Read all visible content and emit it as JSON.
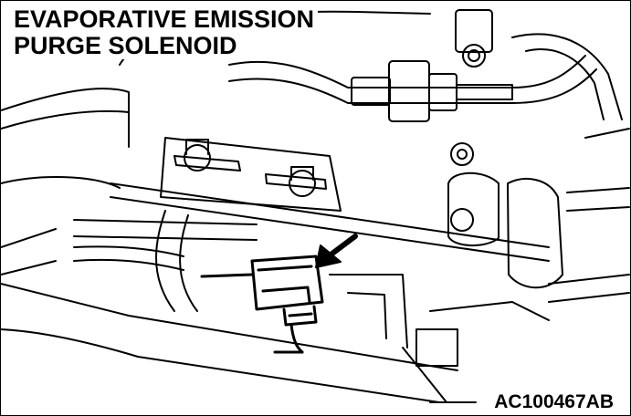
{
  "title_lines": [
    "EVAPORATIVE EMISSION",
    "PURGE SOLENOID"
  ],
  "figure_code": "AC100467AB",
  "colors": {
    "line": "#000000",
    "background": "#ffffff"
  }
}
